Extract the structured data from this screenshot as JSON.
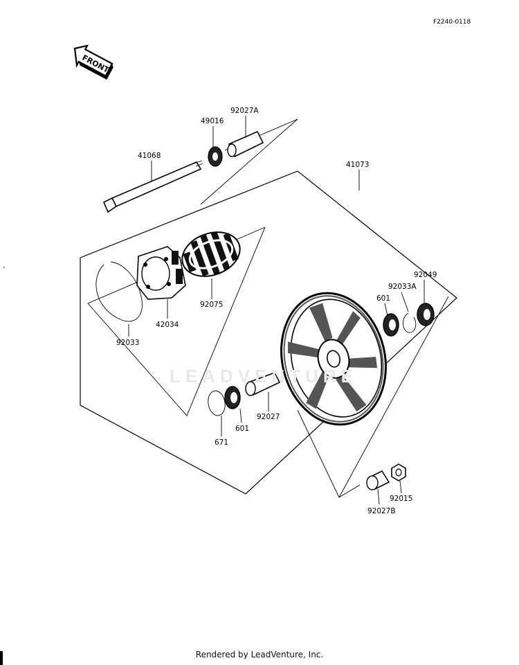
{
  "figure_code": "F2240-0118",
  "front_label": "FRONT",
  "watermark": "LEADVENTURE",
  "footer": "Rendered by LeadVenture, Inc.",
  "callouts": {
    "p41068": "41068",
    "p49016": "49016",
    "p92027A": "92027A",
    "p41073": "41073",
    "p92075": "92075",
    "p42034": "42034",
    "p92033": "92033",
    "p92049": "92049",
    "p92033A": "92033A",
    "p601a": "601",
    "p92027": "92027",
    "p601b": "601",
    "p671": "671",
    "p92015": "92015",
    "p92027B": "92027B"
  }
}
